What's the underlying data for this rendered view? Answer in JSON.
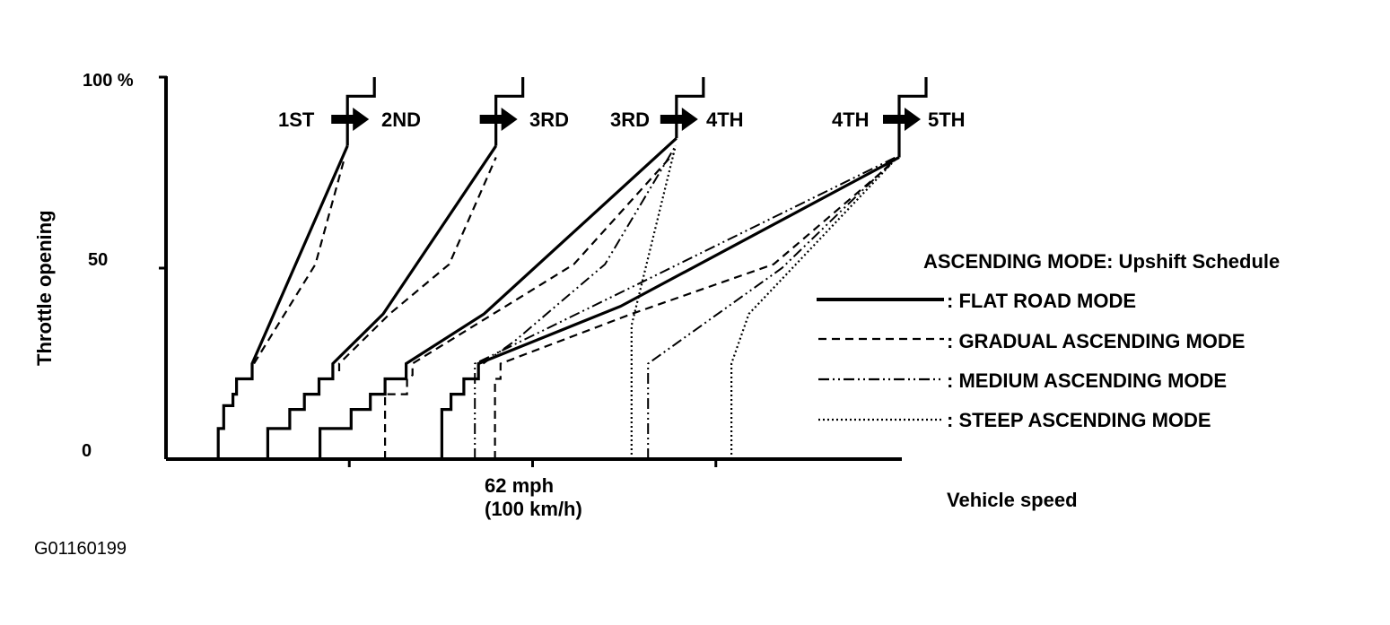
{
  "figure_code": "G01160199",
  "chart_data": {
    "type": "line",
    "title": "ASCENDING MODE: Upshift Schedule",
    "xlabel": "Vehicle speed",
    "ylabel": "Throttle opening",
    "x_tick_label": {
      "line1": "62 mph",
      "line2": "(100 km/h)"
    },
    "y_tick_labels": [
      "0",
      "50",
      "100 %"
    ],
    "x_unit": "mph",
    "xlim": [
      0,
      200
    ],
    "ylim": [
      0,
      100
    ],
    "x_ticks": [
      50,
      100,
      150
    ],
    "legend_position": "right",
    "shift_labels": [
      {
        "from": "1ST",
        "to": "2ND"
      },
      {
        "from": "",
        "to": "3RD"
      },
      {
        "from": "3RD",
        "to": "4TH"
      },
      {
        "from": "4TH",
        "to": "5TH"
      }
    ],
    "series": [
      {
        "name": ": FLAT ROAD MODE",
        "style": "solid"
      },
      {
        "name": ": GRADUAL ASCENDING MODE",
        "style": "dashed"
      },
      {
        "name": ": MEDIUM ASCENDING MODE",
        "style": "dashdotdot"
      },
      {
        "name": ": STEEP ASCENDING MODE",
        "style": "dotted"
      }
    ],
    "shift_lines": [
      {
        "shift": "1-2",
        "style": "solid",
        "points": [
          [
            14.25,
            0
          ],
          [
            14.25,
            8
          ],
          [
            15.75,
            8
          ],
          [
            15.75,
            14
          ],
          [
            18.25,
            14
          ],
          [
            18.25,
            17
          ],
          [
            19.25,
            17
          ],
          [
            19.25,
            21
          ],
          [
            23.5,
            21
          ],
          [
            23.5,
            25
          ],
          [
            49.5,
            82
          ]
        ]
      },
      {
        "shift": "1-2",
        "style": "dashed",
        "points": [
          [
            24,
            25
          ],
          [
            40.75,
            51
          ],
          [
            48.75,
            79
          ]
        ]
      },
      {
        "shift": "2-3",
        "style": "solid",
        "points": [
          [
            27.75,
            0
          ],
          [
            27.75,
            8
          ],
          [
            33.75,
            8
          ],
          [
            33.75,
            13
          ],
          [
            37.75,
            13
          ],
          [
            37.75,
            17
          ],
          [
            41.75,
            17
          ],
          [
            41.75,
            21
          ],
          [
            45.5,
            21
          ],
          [
            45.5,
            25
          ],
          [
            59.25,
            38
          ],
          [
            90,
            82
          ]
        ]
      },
      {
        "shift": "2-3",
        "style": "dashed",
        "points": [
          [
            47.25,
            23
          ],
          [
            47.25,
            25
          ],
          [
            61,
            38
          ],
          [
            77.25,
            51
          ],
          [
            90,
            79
          ]
        ]
      },
      {
        "shift": "3-4",
        "style": "solid",
        "points": [
          [
            42,
            0
          ],
          [
            42,
            8
          ],
          [
            50.5,
            8
          ],
          [
            50.5,
            13
          ],
          [
            55.75,
            13
          ],
          [
            55.75,
            17
          ],
          [
            59.75,
            17
          ],
          [
            59.75,
            21
          ],
          [
            65.5,
            21
          ],
          [
            65.5,
            25
          ],
          [
            86.75,
            38
          ],
          [
            139.25,
            84
          ]
        ]
      },
      {
        "shift": "3-4",
        "style": "dashed",
        "points": [
          [
            59.75,
            0
          ],
          [
            59.75,
            17
          ],
          [
            65.75,
            17
          ],
          [
            65.75,
            21
          ],
          [
            67.25,
            22
          ],
          [
            67.25,
            25
          ],
          [
            111.25,
            51
          ],
          [
            138.5,
            80
          ]
        ]
      },
      {
        "shift": "3-4",
        "style": "dashdotdot",
        "points": [
          [
            86.5,
            25
          ],
          [
            95.25,
            31
          ],
          [
            119.75,
            51
          ],
          [
            139,
            82
          ]
        ]
      },
      {
        "shift": "3-4",
        "style": "dotted",
        "points": [
          [
            127,
            0
          ],
          [
            127,
            35
          ],
          [
            139,
            82
          ]
        ]
      },
      {
        "shift": "4-5",
        "style": "solid",
        "points": [
          [
            75.25,
            0
          ],
          [
            75.25,
            13
          ],
          [
            77.75,
            13
          ],
          [
            77.75,
            17
          ],
          [
            81.25,
            17
          ],
          [
            81.25,
            21
          ],
          [
            85.25,
            21
          ],
          [
            85.25,
            25
          ],
          [
            124,
            40
          ],
          [
            200,
            79
          ]
        ]
      },
      {
        "shift": "4-5",
        "style": "dashed",
        "points": [
          [
            89.75,
            0
          ],
          [
            89.75,
            21
          ],
          [
            91.25,
            21
          ],
          [
            91.25,
            25
          ],
          [
            127,
            38
          ],
          [
            165.75,
            51
          ],
          [
            197.5,
            77
          ]
        ]
      },
      {
        "shift": "4-5",
        "style": "dashdotdot",
        "points": [
          [
            84.25,
            0
          ],
          [
            84.25,
            25
          ],
          [
            86.5,
            26
          ],
          [
            127,
            45
          ],
          [
            199,
            79
          ]
        ]
      },
      {
        "shift": "4-5",
        "style": "dashdotdot",
        "points": [
          [
            131.5,
            0
          ],
          [
            131.5,
            25
          ],
          [
            150.5,
            38
          ],
          [
            168,
            50
          ],
          [
            198.25,
            78
          ]
        ]
      },
      {
        "shift": "4-5",
        "style": "dotted",
        "points": [
          [
            154.25,
            0
          ],
          [
            154.25,
            25
          ],
          [
            159,
            38
          ],
          [
            199.5,
            79
          ]
        ]
      }
    ]
  }
}
